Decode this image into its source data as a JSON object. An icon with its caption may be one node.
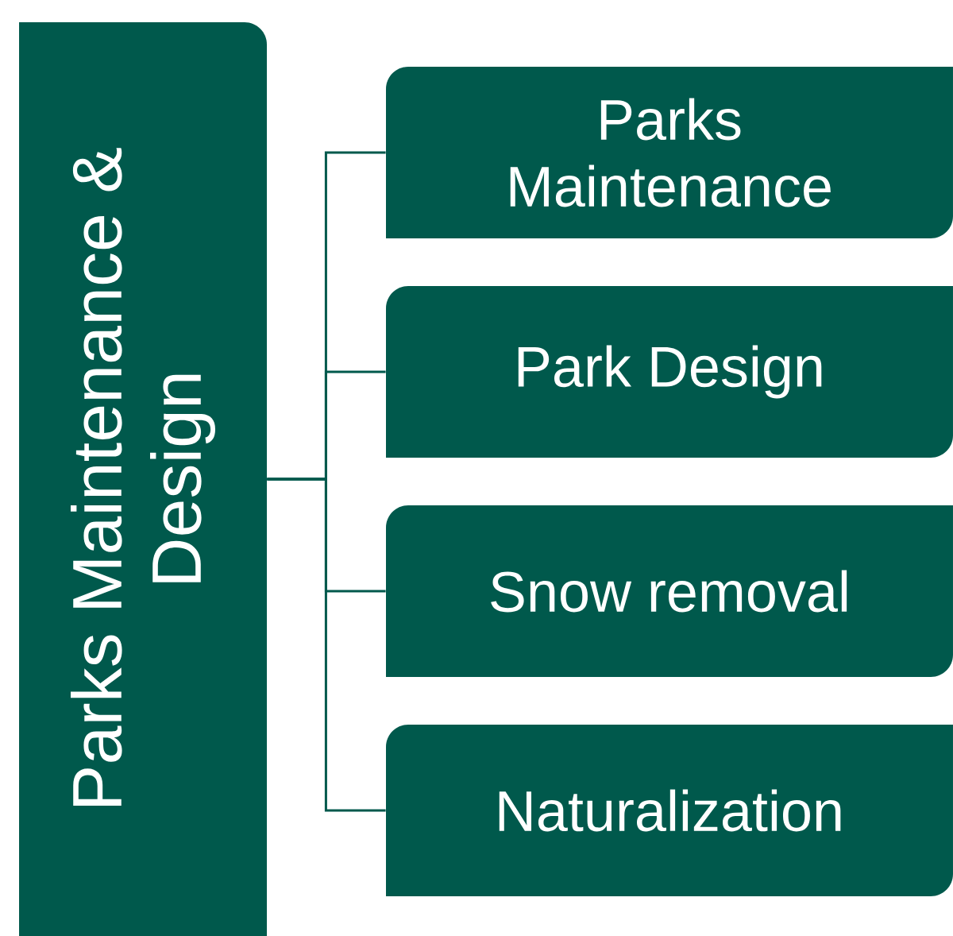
{
  "diagram": {
    "nodes": [
      {
        "text": [
          "Parks Maintenance & Design"
        ]
      },
      {
        "text": [
          "Parks Maintenance"
        ]
      },
      {
        "text": [
          "Park Design"
        ]
      },
      {
        "text": [
          "Snow removal"
        ]
      },
      {
        "text": [
          "Naturalization"
        ]
      }
    ],
    "edges": [
      {
        "from": 0,
        "to": 1,
        "arrow": "none"
      },
      {
        "from": 0,
        "to": 2,
        "arrow": "none"
      },
      {
        "from": 0,
        "to": 3,
        "arrow": "none"
      },
      {
        "from": 0,
        "to": 4,
        "arrow": "none"
      }
    ]
  }
}
